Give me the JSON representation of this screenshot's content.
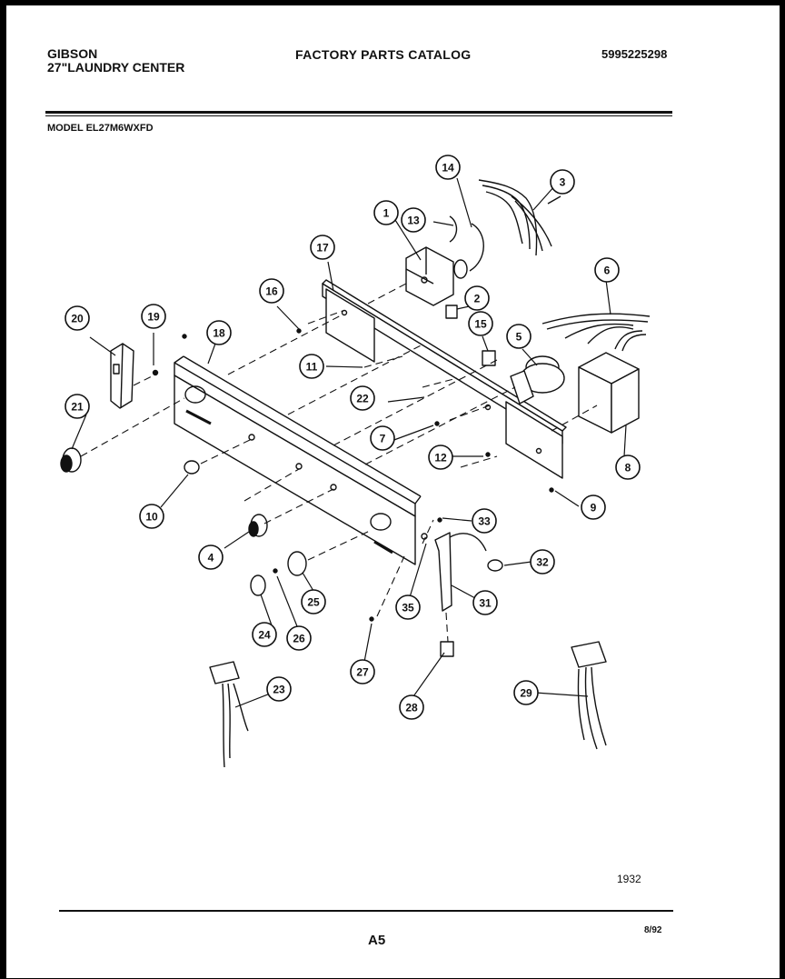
{
  "header": {
    "brand": "GIBSON",
    "product": "27\"LAUNDRY CENTER",
    "catalog_title": "FACTORY PARTS CATALOG",
    "catalog_number": "5995225298"
  },
  "model_line": "MODEL EL27M6WXFD",
  "footer": {
    "figure_number": "1932",
    "page_number": "A5",
    "date": "8/92"
  },
  "callouts": [
    {
      "label": "1"
    },
    {
      "label": "2"
    },
    {
      "label": "3"
    },
    {
      "label": "4"
    },
    {
      "label": "5"
    },
    {
      "label": "6"
    },
    {
      "label": "7"
    },
    {
      "label": "8"
    },
    {
      "label": "9"
    },
    {
      "label": "10"
    },
    {
      "label": "11"
    },
    {
      "label": "12"
    },
    {
      "label": "13"
    },
    {
      "label": "14"
    },
    {
      "label": "15"
    },
    {
      "label": "16"
    },
    {
      "label": "17"
    },
    {
      "label": "18"
    },
    {
      "label": "19"
    },
    {
      "label": "20"
    },
    {
      "label": "21"
    },
    {
      "label": "22"
    },
    {
      "label": "23"
    },
    {
      "label": "24"
    },
    {
      "label": "25"
    },
    {
      "label": "26"
    },
    {
      "label": "27"
    },
    {
      "label": "28"
    },
    {
      "label": "29"
    },
    {
      "label": "31"
    },
    {
      "label": "32"
    },
    {
      "label": "33"
    },
    {
      "label": "35"
    }
  ]
}
